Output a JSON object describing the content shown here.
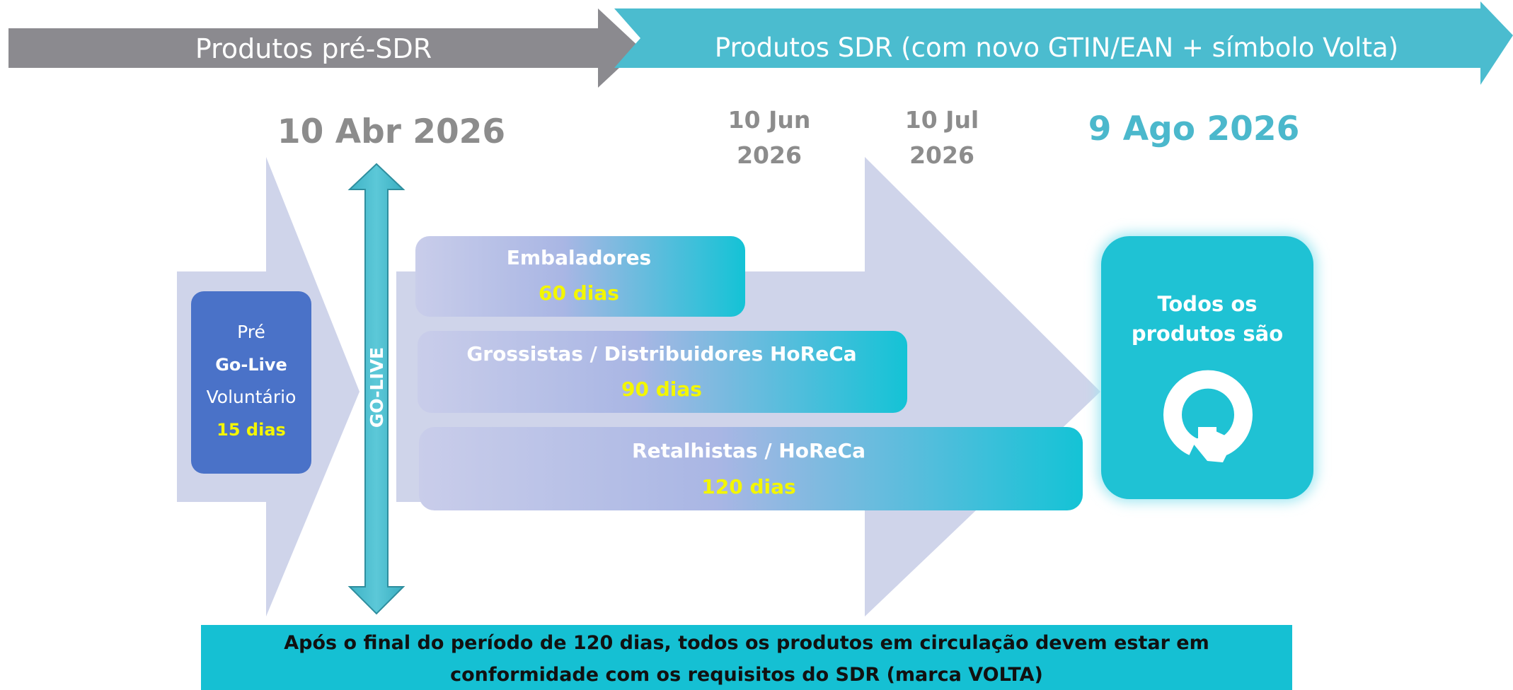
{
  "header": {
    "pre_sdr_label": "Produtos pré-SDR",
    "sdr_label": "Produtos SDR (com novo GTIN/EAN + símbolo Volta)"
  },
  "dates": {
    "golive": "10 Abr 2026",
    "jun_line1": "10 Jun",
    "jun_line2": "2026",
    "jul_line1": "10 Jul",
    "jul_line2": "2026",
    "final": "9 Ago 2026"
  },
  "pre_box": {
    "line1": "Pré",
    "line2": "Go-Live",
    "line3": "Voluntário",
    "days": "15 dias"
  },
  "golive_label": "GO-LIVE",
  "phases": [
    {
      "title": "Embaladores",
      "days": "60 dias"
    },
    {
      "title": "Grossistas / Distribuidores HoReCa",
      "days": "90 dias"
    },
    {
      "title": "Retalhistas / HoReCa",
      "days": "120 dias"
    }
  ],
  "result_box": {
    "line1": "Todos os",
    "line2": "produtos são",
    "icon": "volta-loop-arrow-icon"
  },
  "footer": {
    "line1": "Após o final do período de 120 dias, todos os produtos em circulação devem estar em",
    "line2": "conformidade com os requisitos do SDR (marca VOLTA)"
  },
  "colors": {
    "grey_arrow": "#8b8a8f",
    "teal_arrow": "#4bbccf",
    "date_grey": "#8c8c8c",
    "date_teal": "#4bb8cc",
    "lavender": "#cfd4ea",
    "pre_box": "#4a72c8",
    "highlight_yellow": "#f3f600",
    "result_teal": "#1fc2d4",
    "footer_teal": "#15c0d3"
  }
}
